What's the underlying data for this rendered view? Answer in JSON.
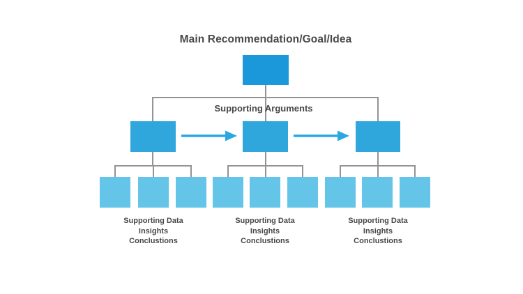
{
  "title": "Main Recommendation/Goal/Idea",
  "supporting_arguments_label": "Supporting Arguments",
  "groups": [
    {
      "lines": [
        "Supporting Data",
        "Insights",
        "Conclustions"
      ]
    },
    {
      "lines": [
        "Supporting Data",
        "Insights",
        "Conclustions"
      ]
    },
    {
      "lines": [
        "Supporting Data",
        "Insights",
        "Conclustions"
      ]
    }
  ],
  "colors": {
    "box-top": "#1b98da",
    "box-mid": "#2fa7dd",
    "box-bottom": "#64c5e9",
    "arrow": "#29a9e0",
    "connector": "#939394",
    "text": "#48484a",
    "background": "#ffffff"
  }
}
